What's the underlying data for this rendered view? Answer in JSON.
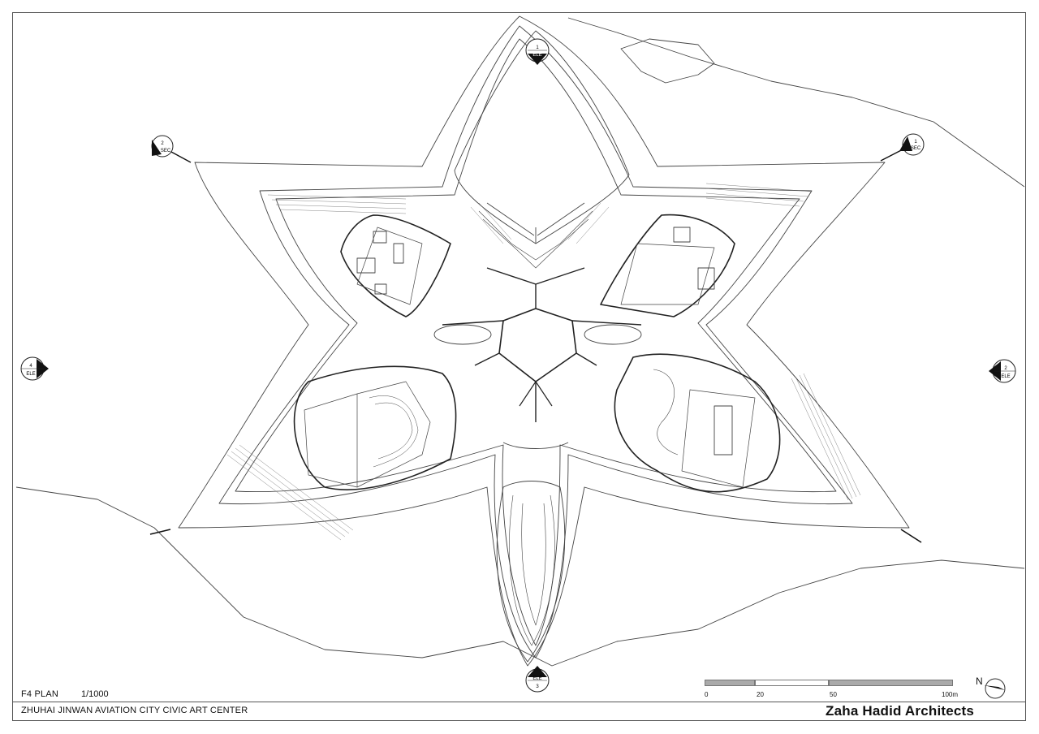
{
  "title_block": {
    "plan_label": "F4 PLAN",
    "scale": "1/1000",
    "project": "ZHUHAI JINWAN AVIATION CITY CIVIC ART CENTER",
    "firm": "Zaha Hadid Architects"
  },
  "scalebar": {
    "ticks": [
      "0",
      "20",
      "50",
      "100m"
    ]
  },
  "north_arrow": {
    "label": "N"
  },
  "markers": {
    "ele_1": {
      "number": "1",
      "type": "ELE"
    },
    "ele_2": {
      "number": "2",
      "type": "ELE"
    },
    "ele_3": {
      "number": "3",
      "type": "ELE"
    },
    "ele_4": {
      "number": "4",
      "type": "ELE"
    },
    "sec_1": {
      "number": "1",
      "type": "SEC"
    },
    "sec_2": {
      "number": "2",
      "type": "SEC"
    }
  }
}
